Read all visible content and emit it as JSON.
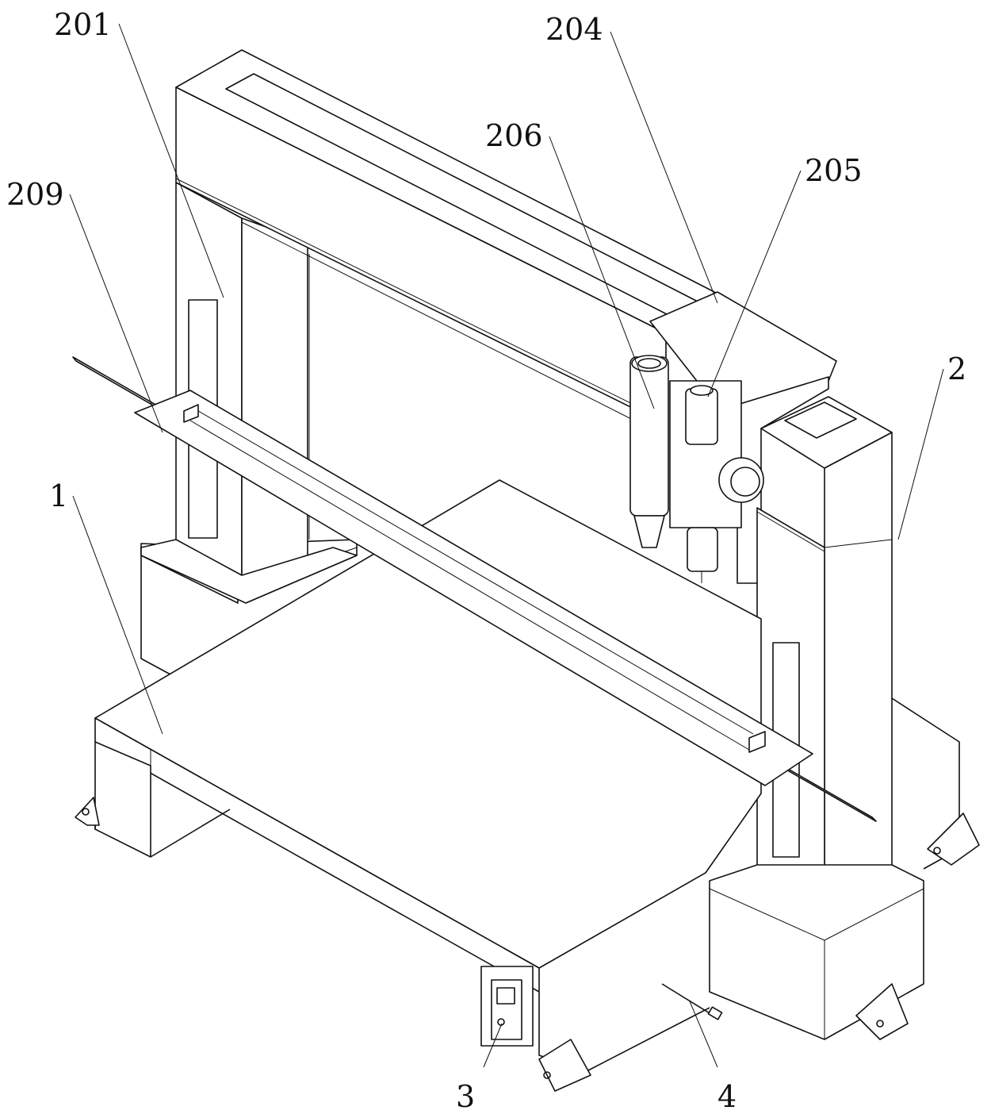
{
  "figure": {
    "labels": {
      "l201": "201",
      "l204": "204",
      "l206": "206",
      "l205": "205",
      "l209": "209",
      "l2": "2",
      "l1": "1",
      "l3": "3",
      "l4": "4"
    },
    "line_color": "#111111",
    "background": "#ffffff"
  }
}
